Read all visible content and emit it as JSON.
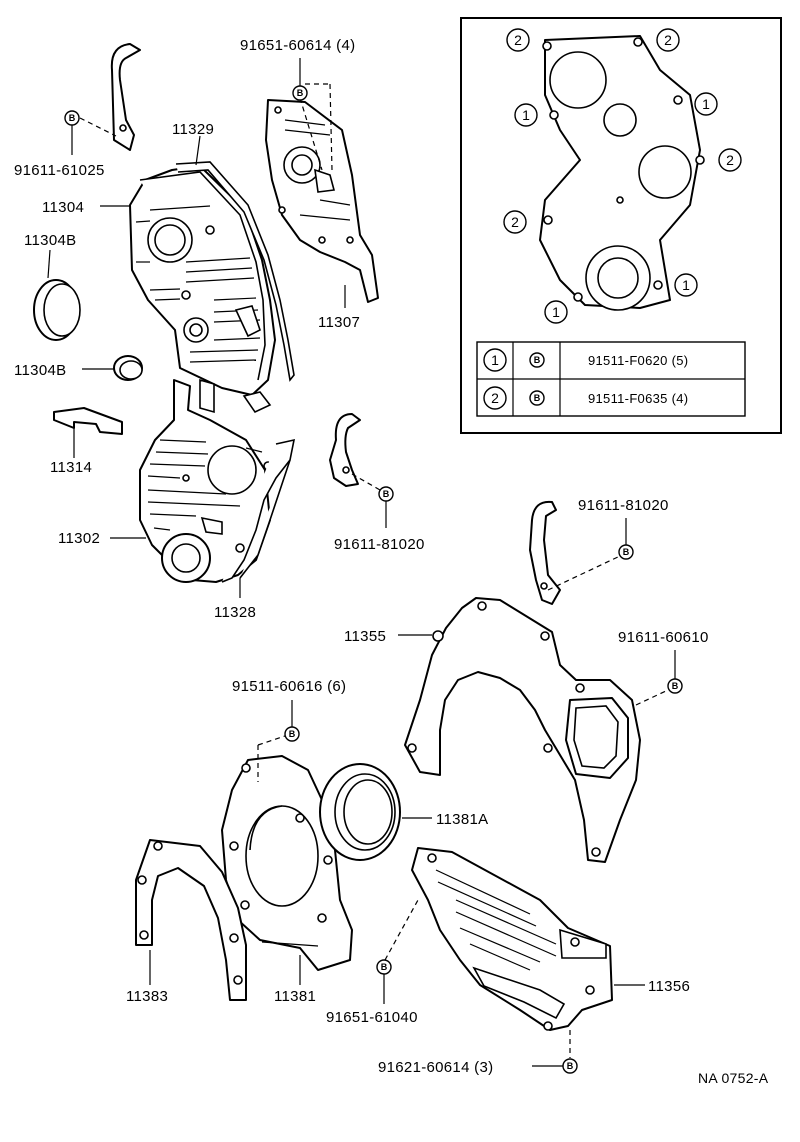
{
  "labels": {
    "p91651_60614_4": "91651-60614 (4)",
    "p11329": "11329",
    "p91611_61025": "91611-61025",
    "p11304": "11304",
    "p11304B_a": "11304B",
    "p11304B_b": "11304B",
    "p11307": "11307",
    "p11314": "11314",
    "p11302": "11302",
    "p11328": "11328",
    "p91611_81020_a": "91611-81020",
    "p91611_81020_b": "91611-81020",
    "p11355": "11355",
    "p91611_60610": "91611-60610",
    "p91511_60616_6": "91511-60616 (6)",
    "p11381A": "11381A",
    "p11383": "11383",
    "p11381": "11381",
    "p91651_61040": "91651-61040",
    "p11356": "11356",
    "p91621_60614_3": "91621-60614 (3)",
    "drawing_code": "NA 0752-A"
  },
  "bolt_marker": "B",
  "inset": {
    "callouts": [
      "1",
      "2"
    ],
    "table": [
      {
        "num": "1",
        "marker": "B",
        "part": "91511-F0620 (5)"
      },
      {
        "num": "2",
        "marker": "B",
        "part": "91511-F0635 (4)"
      }
    ]
  }
}
